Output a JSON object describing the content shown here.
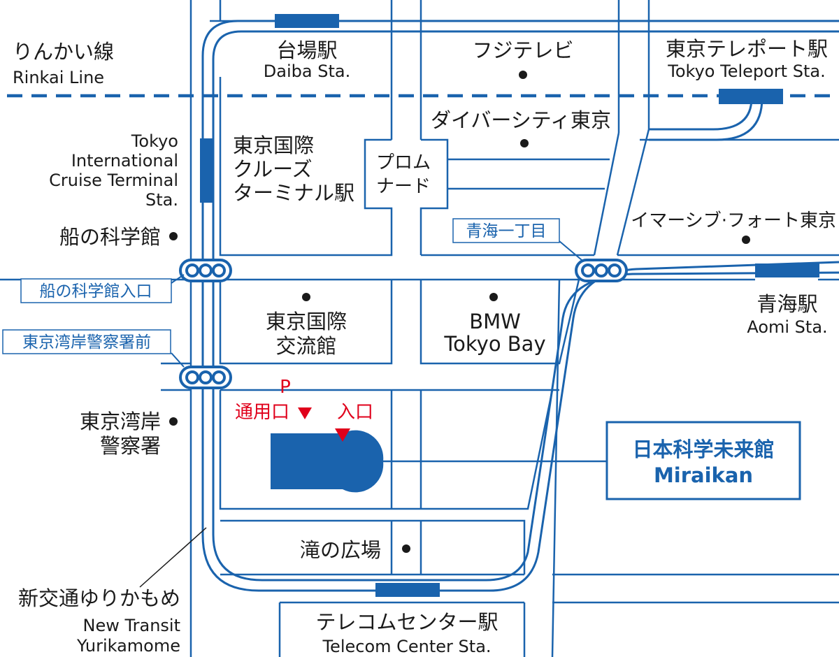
{
  "stations": {
    "daiba": {
      "ja": "台場駅",
      "en": "Daiba Sta."
    },
    "tokyo_teleport": {
      "ja": "東京テレポート駅",
      "en": "Tokyo Teleport Sta."
    },
    "cruise_terminal": {
      "ja_line1": "東京国際",
      "ja_line2": "クルーズ",
      "ja_line3": "ターミナル駅",
      "en_line1": "Tokyo",
      "en_line2": "International",
      "en_line3": "Cruise Terminal",
      "en_line4": "Sta."
    },
    "aomi": {
      "ja": "青海駅",
      "en": "Aomi Sta."
    },
    "telecom_center": {
      "ja": "テレコムセンター駅",
      "en": "Telecom Center Sta."
    }
  },
  "lines": {
    "rinkai": {
      "ja": "りんかい線",
      "en": "Rinkai Line"
    },
    "yurikamome": {
      "ja": "新交通ゆりかもめ",
      "en_line1": "New Transit",
      "en_line2": "Yurikamome"
    }
  },
  "landmarks": {
    "fuji_tv": "フジテレビ",
    "diver_city": "ダイバーシティ東京",
    "promenade_line1": "プロム",
    "promenade_line2": "ナード",
    "venus_fort": "イマーシブ·フォート東京",
    "ship_museum": "船の科学館",
    "exchange_line1": "東京国際",
    "exchange_line2": "交流館",
    "bmw_line1": "BMW",
    "bmw_line2": "Tokyo Bay",
    "police_line1": "東京湾岸",
    "police_line2": "警察署",
    "taki_plaza": "滝の広場"
  },
  "signals": {
    "aomi_itchome": "青海一丁目",
    "ship_museum_entrance": "船の科学館入口",
    "police_front": "東京湾岸警察署前"
  },
  "miraikan": {
    "ja": "日本科学未来館",
    "en": "Miraikan",
    "parking": "P",
    "staff_entrance": "通用口",
    "entrance": "入口"
  },
  "colors": {
    "road": "#1a63ad",
    "rail": "#1a63ad",
    "accent_red": "#e0001b",
    "text": "#1a1a1a"
  }
}
